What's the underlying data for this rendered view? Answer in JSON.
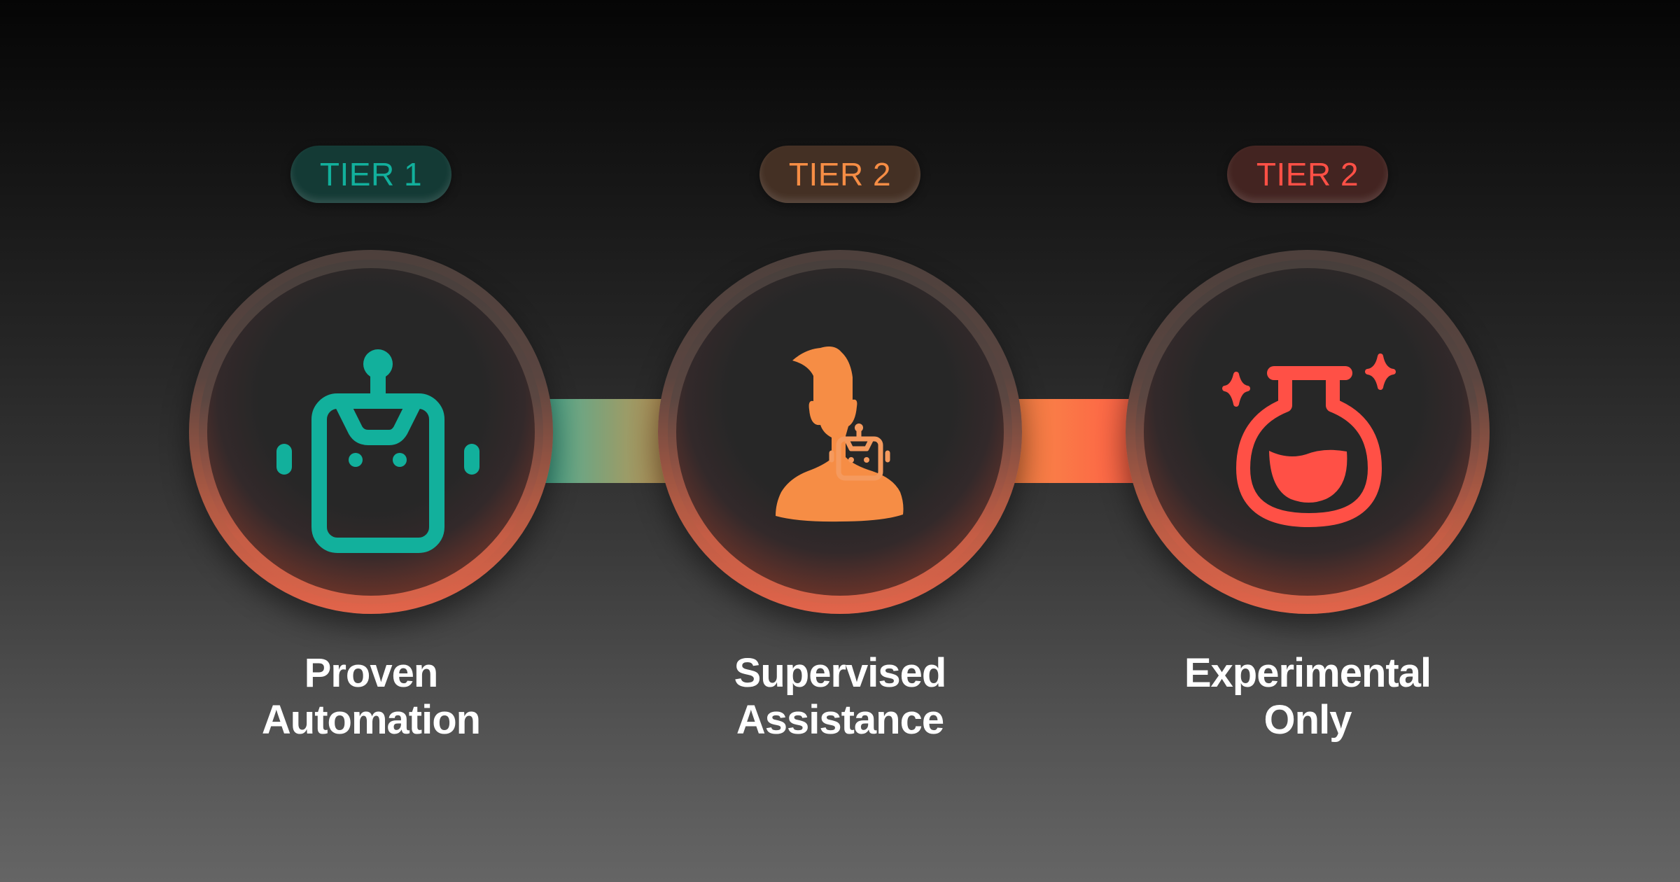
{
  "colors": {
    "background_top": "#050505",
    "background_bottom": "#656565",
    "tier1_teal": "#12b09c",
    "tier2_orange": "#f68d45",
    "tier3_red": "#ff5046",
    "ring_orange": "#e2644a",
    "label_white": "#ffffff"
  },
  "nodes": [
    {
      "badge": "TIER 1",
      "badge_color": "#12b09c",
      "badge_bg": "#143a35",
      "icon": "robot-icon",
      "label_line1": "Proven",
      "label_line2": "Automation"
    },
    {
      "badge": "TIER 2",
      "badge_color": "#f68d45",
      "badge_bg": "#443024",
      "icon": "human-with-robot-icon",
      "label_line1": "Supervised",
      "label_line2": "Assistance"
    },
    {
      "badge": "TIER 2",
      "badge_color": "#ff5046",
      "badge_bg": "#432421",
      "icon": "flask-sparkles-icon",
      "label_line1": "Experimental",
      "label_line2": "Only"
    }
  ],
  "connectors": [
    {
      "from_color": "#3d9f86",
      "to_color": "#b58a50"
    },
    {
      "from_color": "#e87a40",
      "to_color": "#f86447"
    }
  ]
}
